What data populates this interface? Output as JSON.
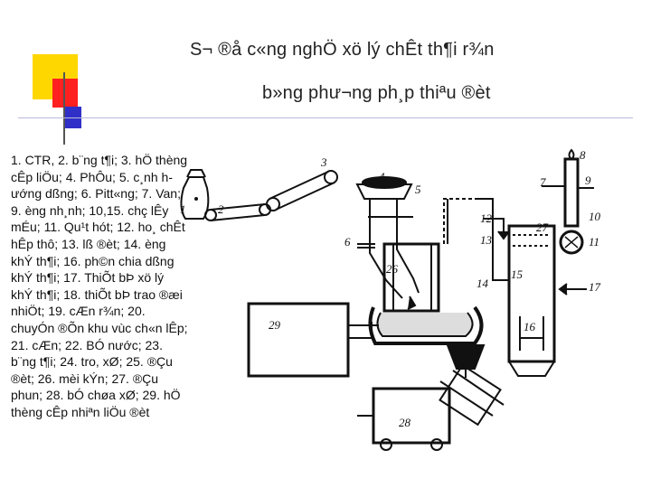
{
  "slide": {
    "title_line1": "S¬ ®å c«ng nghÖ xö lý chÊt th¶i r¾n",
    "title_line2": "b»ng ph­ư¬ng ph¸p thiªu ®èt",
    "caption": "1. CTR, 2. b¨ng t¶i; 3. hÖ thèng cÊp liÖu; 4. PhÔu; 5. c¸nh h­ướng dßng; 6. Pitt«ng; 7. Van; 9. èng nh¸nh; 10,15. chç lÊy mÉu; 11. Qu¹t hót; 12. ho¸ chÊt hÊp thô; 13. lß ®èt; 14. èng khÝ th¶i; 16. ph©n chia dßng khÝ th¶i; 17. ThiÕt bÞ xö lý khÝ th¶i; 18. thiÕt bÞ trao ®æi nhiÖt; 19. cÆn r¾n; 20. chuyÓn ®Õn khu vùc ch«n lÊp; 21. cÆn; 22. BÓ n­ước; 23. b¨ng t¶i; 24. tro, xØ; 25. ®Çu ®èt; 26. mèi kÝn; 27. ®Çu phun; 28. bÓ chøa xØ; 29. hÖ thèng cÊp nhiªn liÖu ®èt"
  },
  "diagram": {
    "labels": [
      "1",
      "2",
      "3",
      "4",
      "5",
      "6",
      "7",
      "8",
      "9",
      "10",
      "11",
      "12",
      "13",
      "14",
      "15",
      "16",
      "17",
      "26",
      "27",
      "28",
      "29"
    ]
  },
  "colors": {
    "yellow": "#FFD700",
    "red": "#FF2020",
    "blue": "#3030C8",
    "line_accent": "#C8C8E6"
  }
}
